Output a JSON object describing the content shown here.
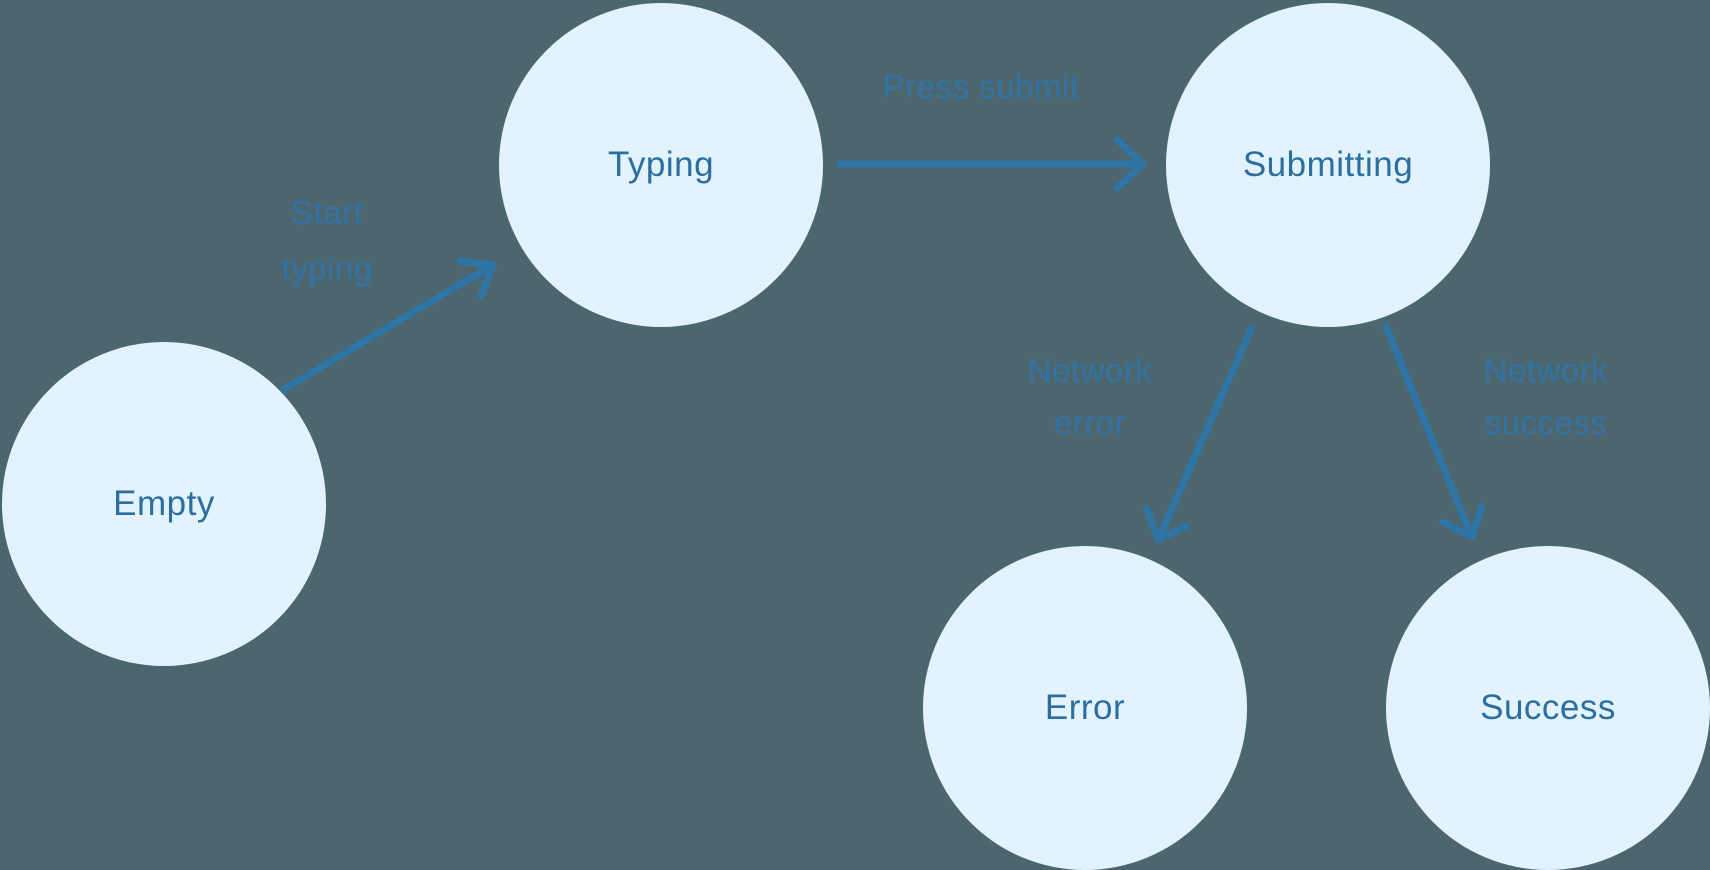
{
  "diagram": {
    "title": "form submission state machine",
    "colors": {
      "background": "#4C6670",
      "node_fill": "#E2F3FD",
      "node_text": "#2C6E9E",
      "arrow": "#2E74A4",
      "edge_label_text": "#3173A4"
    },
    "nodes": [
      {
        "id": "empty",
        "label": "Empty"
      },
      {
        "id": "typing",
        "label": "Typing"
      },
      {
        "id": "submitting",
        "label": "Submitting"
      },
      {
        "id": "error",
        "label": "Error"
      },
      {
        "id": "success",
        "label": "Success"
      }
    ],
    "edges": [
      {
        "from": "empty",
        "to": "typing",
        "label": "Start typing",
        "label_lines": [
          "Start",
          "typing"
        ]
      },
      {
        "from": "typing",
        "to": "submitting",
        "label": "Press submit",
        "label_lines": [
          "Press submit"
        ]
      },
      {
        "from": "submitting",
        "to": "error",
        "label": "Network error",
        "label_lines": [
          "Network",
          "error"
        ]
      },
      {
        "from": "submitting",
        "to": "success",
        "label": "Network success",
        "label_lines": [
          "Network",
          "success"
        ]
      }
    ]
  }
}
